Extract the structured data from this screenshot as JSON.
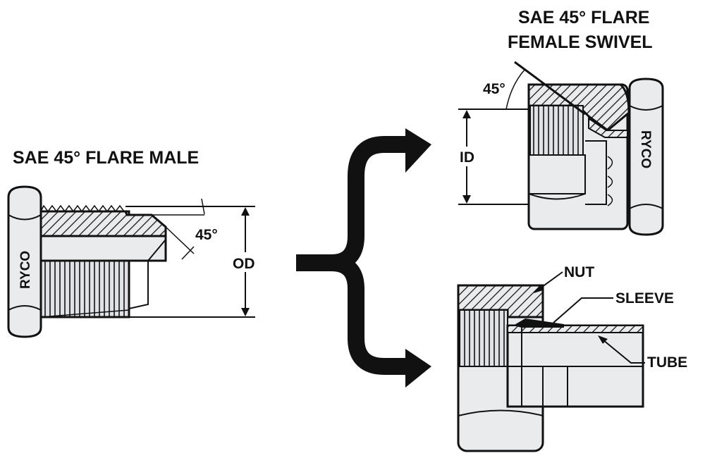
{
  "male": {
    "title": "SAE 45° FLARE MALE",
    "brand": "RYCO",
    "angle": "45°",
    "dimension": "OD"
  },
  "female": {
    "title_line1": "SAE 45°  FLARE",
    "title_line2": "FEMALE SWIVEL",
    "brand": "RYCO",
    "angle": "45°",
    "dimension": "ID"
  },
  "assembly": {
    "nut": "NUT",
    "sleeve": "SLEEVE",
    "tube": "TUBE"
  },
  "colors": {
    "ink": "#111111",
    "metal": "#e9ebed",
    "shade": "#c9ccd0"
  }
}
